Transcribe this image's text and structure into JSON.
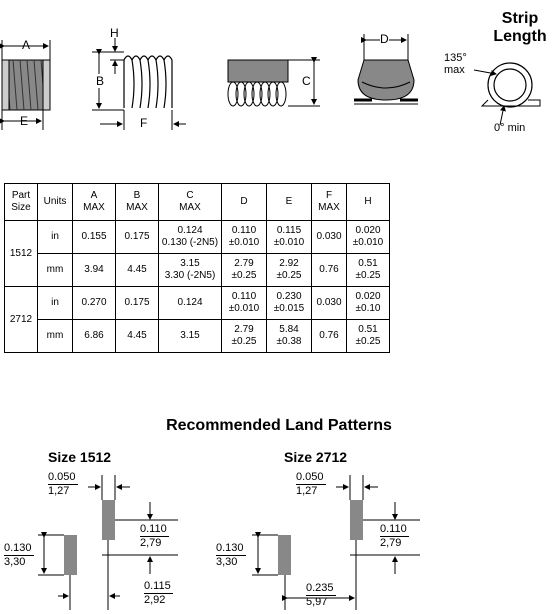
{
  "header": {
    "strip_length_title_line1": "Strip",
    "strip_length_title_line2": "Length",
    "angle_135": "135°",
    "angle_135_sub": "max",
    "angle_0": "0° min",
    "dim_labels": {
      "A": "A",
      "B": "B",
      "C": "C",
      "D": "D",
      "E": "E",
      "F": "F",
      "H": "H"
    }
  },
  "table": {
    "headers": [
      "Part\nSize",
      "Units",
      "A\nMAX",
      "B\nMAX",
      "C\nMAX",
      "D",
      "E",
      "F\nMAX",
      "H"
    ],
    "parts": [
      {
        "size": "1512",
        "rows": [
          [
            "in",
            "0.155",
            "0.175",
            "0.124\n0.130 (-2N5)",
            "0.110\n±0.010",
            "0.115\n±0.010",
            "0.030",
            "0.020\n±0.010"
          ],
          [
            "mm",
            "3.94",
            "4.45",
            "3.15\n3.30 (-2N5)",
            "2.79\n±0.25",
            "2.92\n±0.25",
            "0.76",
            "0.51\n±0.25"
          ]
        ]
      },
      {
        "size": "2712",
        "rows": [
          [
            "in",
            "0.270",
            "0.175",
            "0.124",
            "0.110\n±0.010",
            "0.230\n±0.015",
            "0.030",
            "0.020\n±0.10"
          ],
          [
            "mm",
            "6.86",
            "4.45",
            "3.15",
            "2.79\n±0.25",
            "5.84\n±0.38",
            "0.76",
            "0.51\n±0.25"
          ]
        ]
      }
    ]
  },
  "land_patterns": {
    "title": "Recommended Land Patterns",
    "left": {
      "size_label": "Size 1512",
      "width": {
        "in": "0.050",
        "mm": "1,27"
      },
      "pad_length": {
        "in": "0.110",
        "mm": "2,79"
      },
      "height": {
        "in": "0.130",
        "mm": "3,30"
      },
      "spacing": {
        "in": "0.115",
        "mm": "2,92"
      }
    },
    "right": {
      "size_label": "Size 2712",
      "width": {
        "in": "0.050",
        "mm": "1,27"
      },
      "pad_length": {
        "in": "0.110",
        "mm": "2,79"
      },
      "height": {
        "in": "0.130",
        "mm": "3,30"
      },
      "spacing": {
        "in": "0.235",
        "mm": "5,97"
      }
    }
  }
}
